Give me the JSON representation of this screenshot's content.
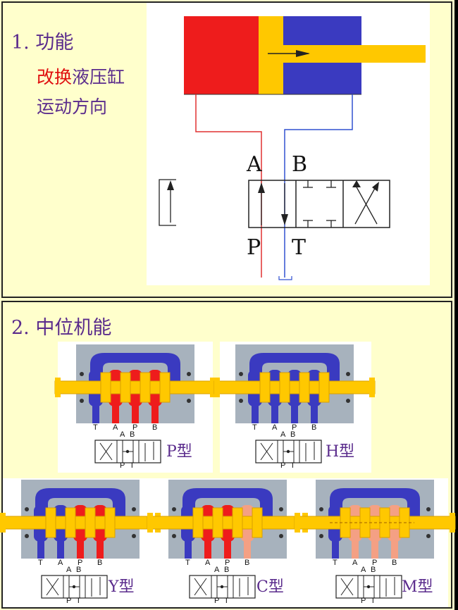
{
  "section1": {
    "title": "1. 功能",
    "function_red": "改换",
    "function_rest": "液压缸",
    "function_line2": "运动方向",
    "ports": {
      "A": "A",
      "B": "B",
      "P": "P",
      "T": "T"
    }
  },
  "section2": {
    "title": "2. 中位机能",
    "types": [
      {
        "label": "P型",
        "ports": [
          "T",
          "A",
          "P",
          "B"
        ],
        "sym_top": [
          "A",
          "B"
        ],
        "sym_bottom": [
          "P",
          "T"
        ]
      },
      {
        "label": "H型",
        "ports": [
          "T",
          "A",
          "P",
          "B"
        ],
        "sym_top": [
          "A",
          "B"
        ],
        "sym_bottom": [
          "P",
          "T"
        ]
      },
      {
        "label": "Y型",
        "ports": [
          "T",
          "A",
          "P",
          "B"
        ],
        "sym_top": [
          "A",
          "B"
        ],
        "sym_bottom": [
          "P",
          "T"
        ]
      },
      {
        "label": "C型",
        "ports": [
          "T",
          "A",
          "P",
          "B"
        ],
        "sym_top": [
          "A",
          "B"
        ],
        "sym_bottom": [
          "P",
          "T"
        ]
      },
      {
        "label": "M型",
        "ports": [
          "T",
          "A",
          "P",
          "B"
        ],
        "sym_top": [
          "A",
          "B"
        ],
        "sym_bottom": [
          "P",
          "T"
        ]
      }
    ]
  },
  "colors": {
    "background": "#ffffcc",
    "cylinder_red": "#ee1c1c",
    "piston_yellow": "#ffc800",
    "cylinder_blue": "#3a3ac0",
    "valve_body_gray": "#a7b2bd",
    "salmon": "#f4a084",
    "title_purple": "#5a2b8c"
  }
}
